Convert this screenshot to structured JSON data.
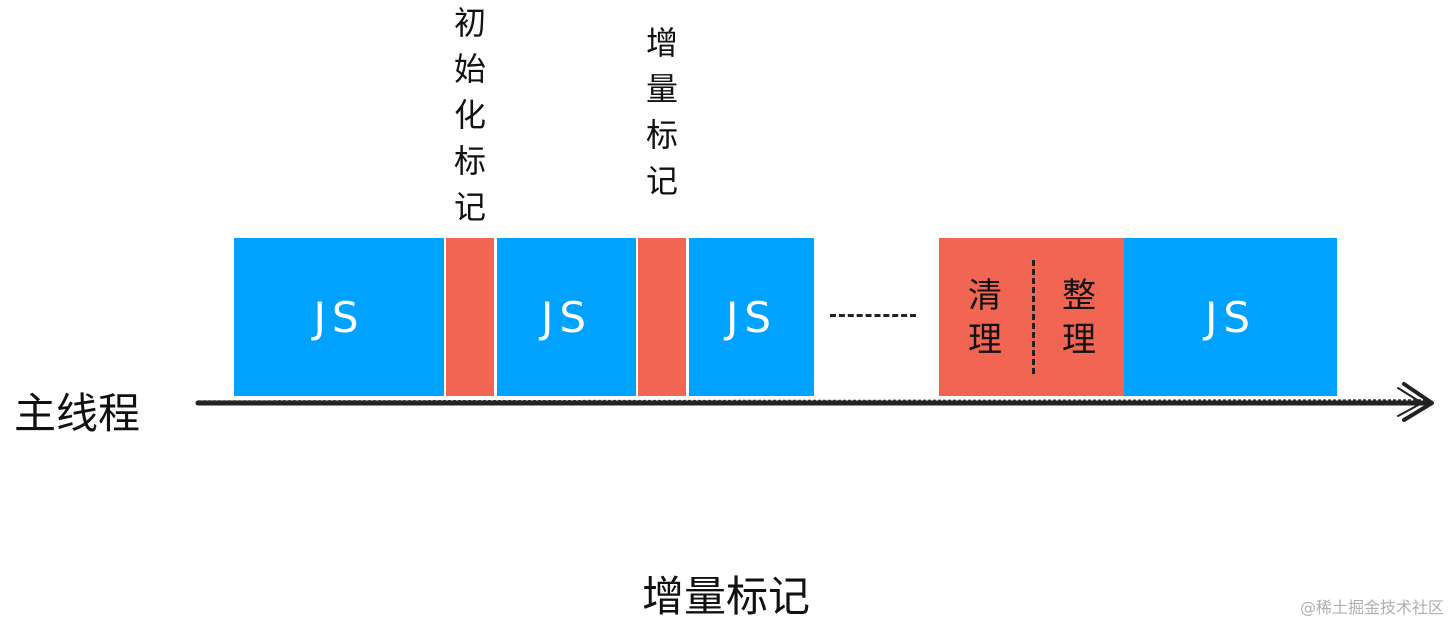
{
  "diagram": {
    "timeline_label": "主线程",
    "labels": {
      "initial_mark": "初\n始\n化\n标\n记",
      "incremental_mark": "增\n量\n标\n记"
    },
    "blocks": {
      "js1": "JS",
      "js2": "JS",
      "js3": "JS",
      "js4": "JS",
      "cleanup": "清\n理",
      "compact": "整\n理"
    },
    "caption": "增量标记",
    "watermark": "@稀土掘金技术社区",
    "colors": {
      "js": "#00a2ff",
      "gc": "#f26552",
      "line": "#222222"
    }
  }
}
